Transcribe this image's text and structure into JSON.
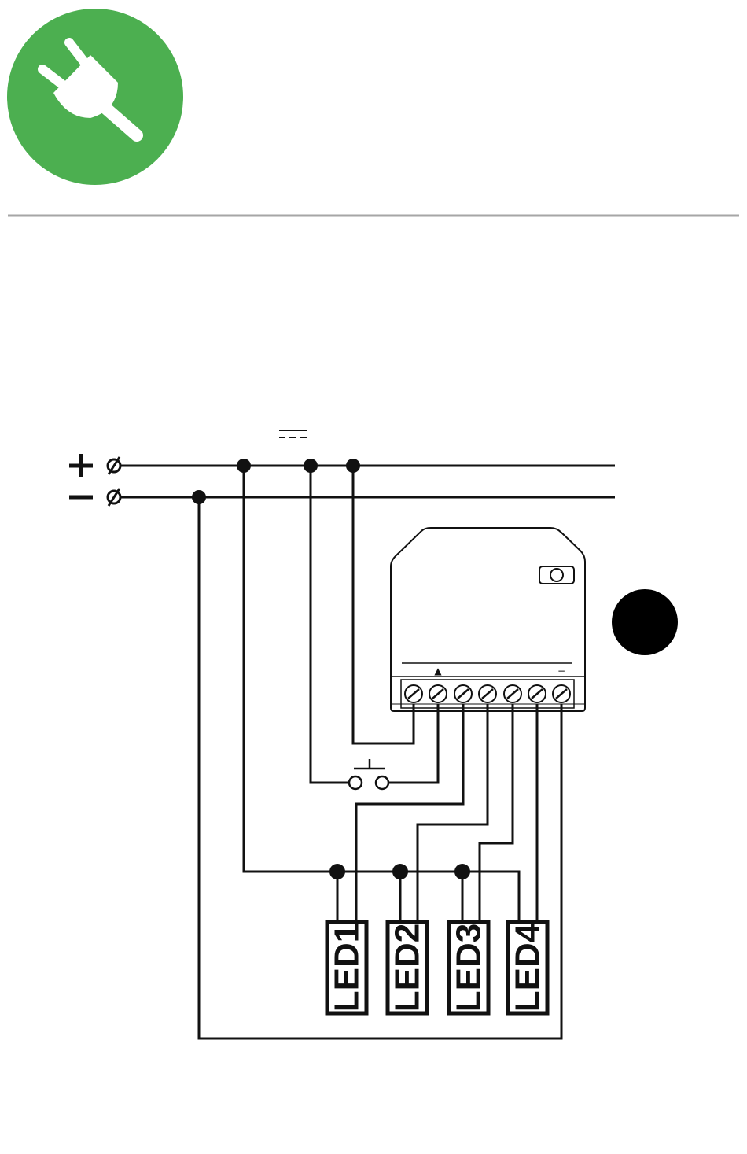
{
  "colors": {
    "accent": "#4caf50",
    "line": "#111111",
    "divider": "#a6a6a6"
  },
  "header": {
    "icon": "power-plug-icon"
  },
  "supply": {
    "plus_symbol": "+",
    "minus_symbol": "−",
    "dc_symbol": "⎓"
  },
  "module": {
    "arrow_mark": "▲",
    "minus_mark": "−"
  },
  "leds": [
    {
      "label": "LED1"
    },
    {
      "label": "LED2"
    },
    {
      "label": "LED3"
    },
    {
      "label": "LED4"
    }
  ]
}
